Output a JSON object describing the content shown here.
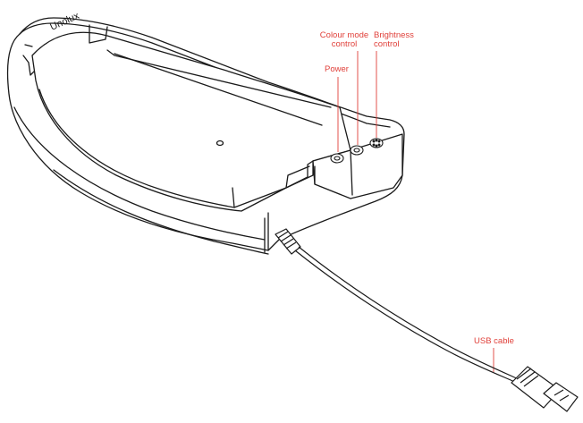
{
  "labels": {
    "colour_mode": [
      "Colour mode",
      "control"
    ],
    "brightness": [
      "Brightness",
      "control"
    ],
    "power": "Power",
    "usb_cable": "USB cable"
  },
  "logo_text": "Unolux",
  "colors": {
    "callout": "#e0403a",
    "line": "#1a1a1a",
    "body_fill": "#ffffff"
  },
  "icons": {
    "power_button": "power-button-icon",
    "colour_mode_button": "colour-mode-button-icon",
    "brightness_button": "brightness-button-icon",
    "usb_plug": "usb-plug-icon"
  }
}
